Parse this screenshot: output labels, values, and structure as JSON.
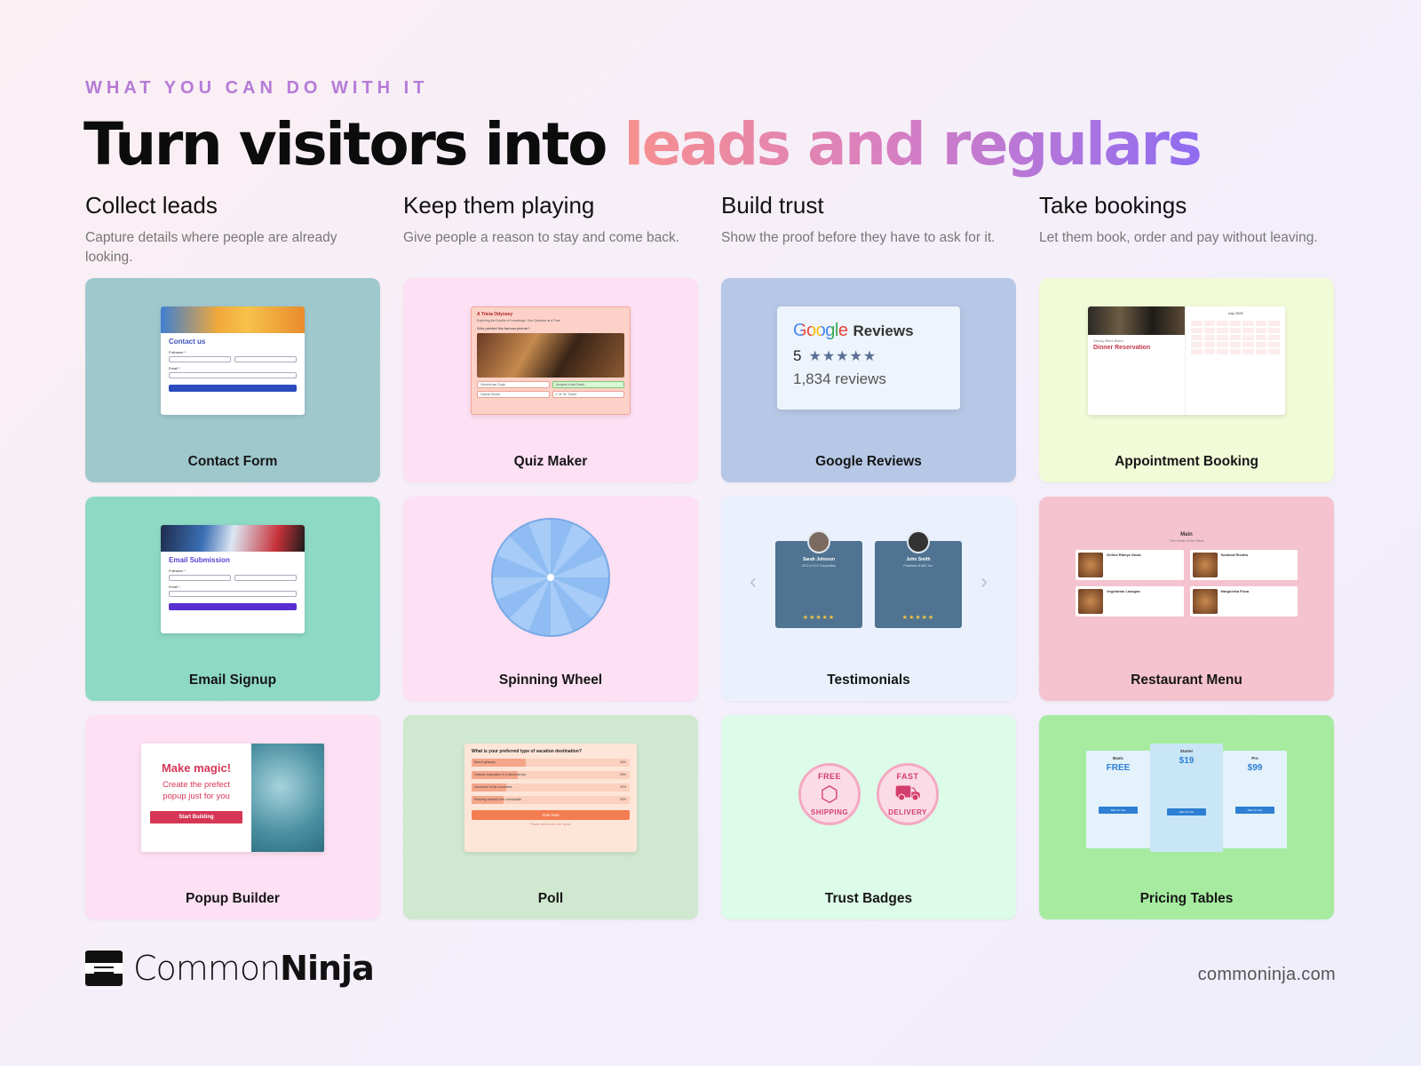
{
  "eyebrow": "WHAT YOU CAN DO WITH IT",
  "headline": {
    "plain": "Turn visitors into ",
    "highlight": "leads and regulars"
  },
  "columns": [
    {
      "title": "Collect leads",
      "desc": "Capture details where people are already looking."
    },
    {
      "title": "Keep them playing",
      "desc": "Give people a reason to stay and come back."
    },
    {
      "title": "Build trust",
      "desc": "Show the proof before they have to ask for it."
    },
    {
      "title": "Take bookings",
      "desc": "Let them book, order and pay without leaving."
    }
  ],
  "cards": [
    {
      "label": "Contact Form",
      "bg": "#9fc8cd"
    },
    {
      "label": "Quiz Maker",
      "bg": "#fde0f3"
    },
    {
      "label": "Google Reviews",
      "bg": "#b6c8e6"
    },
    {
      "label": "Appointment Booking",
      "bg": "#f2fbd8"
    },
    {
      "label": "Email Signup",
      "bg": "#8ed9c4"
    },
    {
      "label": "Spinning Wheel",
      "bg": "#fde0f3"
    },
    {
      "label": "Testimonials",
      "bg": "#eaf1fd"
    },
    {
      "label": "Restaurant Menu",
      "bg": "#f5c3d0"
    },
    {
      "label": "Popup Builder",
      "bg": "#fde0f3"
    },
    {
      "label": "Poll",
      "bg": "#cfe8cf"
    },
    {
      "label": "Trust Badges",
      "bg": "#ddfbe9"
    },
    {
      "label": "Pricing Tables",
      "bg": "#a6eba0"
    }
  ],
  "contact_form": {
    "title": "Contact us",
    "name_label": "Fullname *",
    "email_label": "Email *"
  },
  "email_signup": {
    "title": "Email Submission",
    "name_label": "Fullname *",
    "email_label": "Email *"
  },
  "quiz": {
    "title": "A Trivia Odyssey",
    "subtitle": "Exploring the Depths of Knowledge, One Question at a Time",
    "question": "Who painted this famous picture?",
    "answers": [
      "Vincent van Gogh",
      "Jacques-Louis David",
      "Claude Monet",
      "J. M. W. Turner"
    ]
  },
  "google_reviews": {
    "brand": "Google",
    "title": "Reviews",
    "rating": "5",
    "stars": "★★★★★",
    "count": "1,834 reviews"
  },
  "booking": {
    "venue": "Savory Bites Bistro",
    "title": "Dinner Reservation",
    "month": "July 2025"
  },
  "testimonials": [
    {
      "name": "Sarah Johnson",
      "role": "CEO of XYZ Corporation",
      "stars": "★★★★★"
    },
    {
      "name": "John Smith",
      "role": "President of ABC Inc.",
      "stars": "★★★★★"
    }
  ],
  "menu": {
    "title": "Main",
    "subtitle": "The Heart of the Meal",
    "items": [
      "Grilled Ribeye Steak",
      "Seafood Risotto",
      "Vegetarian Lasagna",
      "Margherita Pizza"
    ]
  },
  "popup": {
    "headline": "Make magic!",
    "line1": "Create the prefect",
    "line2": "popup just for you",
    "button": "Start Building"
  },
  "poll": {
    "question": "What is your preferred type of vacation destination?",
    "options": [
      {
        "label": "Beach getaway",
        "pct": 34
      },
      {
        "label": "Cultural exploration in a historical city",
        "pct": 29
      },
      {
        "label": "Adventure in the mountains",
        "pct": 22
      },
      {
        "label": "Relaxing retreat in the countryside",
        "pct": 20
      }
    ],
    "button": "Vote Now",
    "footer": "Please select one vote option"
  },
  "badges": [
    {
      "top": "FREE",
      "bottom": "SHIPPING",
      "icon": "box-icon"
    },
    {
      "top": "FAST",
      "bottom": "DELIVERY",
      "icon": "truck-icon"
    }
  ],
  "pricing": [
    {
      "name": "Basic",
      "price": "FREE",
      "button": "Start for free"
    },
    {
      "name": "Starter",
      "price": "$19",
      "button": "Start for free"
    },
    {
      "name": "Pro",
      "price": "$99",
      "button": "Start for free"
    }
  ],
  "brand": {
    "light": "Common",
    "bold": "Ninja"
  },
  "url": "commoninja.com"
}
